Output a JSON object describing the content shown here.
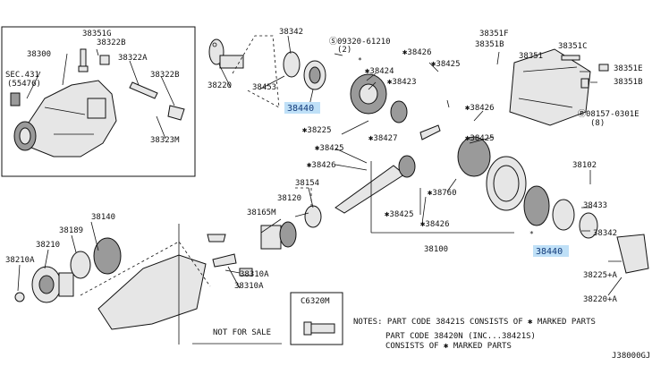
{
  "diagram_code": "J38000GJ",
  "labels": {
    "l38351g": "38351G",
    "l38322b_a": "38322B",
    "l38300": "38300",
    "l38322a": "38322A",
    "sec431": "SEC.431",
    "sec431_ref": "(55476)",
    "l38322b_b": "38322B",
    "l38323m": "38323M",
    "l38342_top": "38342",
    "bolt_09320": "Ⓢ09320-61210",
    "bolt_09320_qty": "(2)",
    "l38220": "38220",
    "l38453": "38453",
    "l38440_top": "38440",
    "star": "*",
    "l38424": "✱38424",
    "l38423": "✱38423",
    "l38426_top": "✱38426",
    "l38425_top": "✱38425",
    "l38426_mid": "✱38426",
    "l38425_mid": "✱38425",
    "l38225": "✱38225",
    "l38427": "✱38427",
    "l38425_left": "✱38425",
    "l38426_left": "✱38426",
    "l38351f": "38351F",
    "l38351b_a": "38351B",
    "l38351c": "38351C",
    "l38351": "38351",
    "l38351e": "38351E",
    "l38351b_b": "38351B",
    "bolt_08157": "Ⓑ08157-0301E",
    "bolt_08157_qty": "(8)",
    "l38102": "38102",
    "l38760": "✱38760",
    "l38433": "38433",
    "l38425_bottom": "✱38425",
    "l38426_bottom": "✱38426",
    "l38342_right": "38342",
    "l38440_right": "38440",
    "l38100": "38100",
    "l38225a": "38225+A",
    "l38220a": "38220+A",
    "l38154": "38154",
    "l38120": "38120",
    "l38165m": "38165M",
    "l38140": "38140",
    "l38189": "38189",
    "l38210": "38210",
    "l38210a": "38210A",
    "l38310a_a": "38310A",
    "l38310a_b": "38310A",
    "not_for_sale": "NOT FOR SALE",
    "c6320m": "C6320M"
  },
  "notes": {
    "line1": "NOTES: PART CODE 38421S CONSISTS OF ✱ MARKED PARTS",
    "line2": "PART CODE 38420N (INC...38421S)",
    "line3": "CONSISTS OF ✱ MARKED PARTS"
  }
}
